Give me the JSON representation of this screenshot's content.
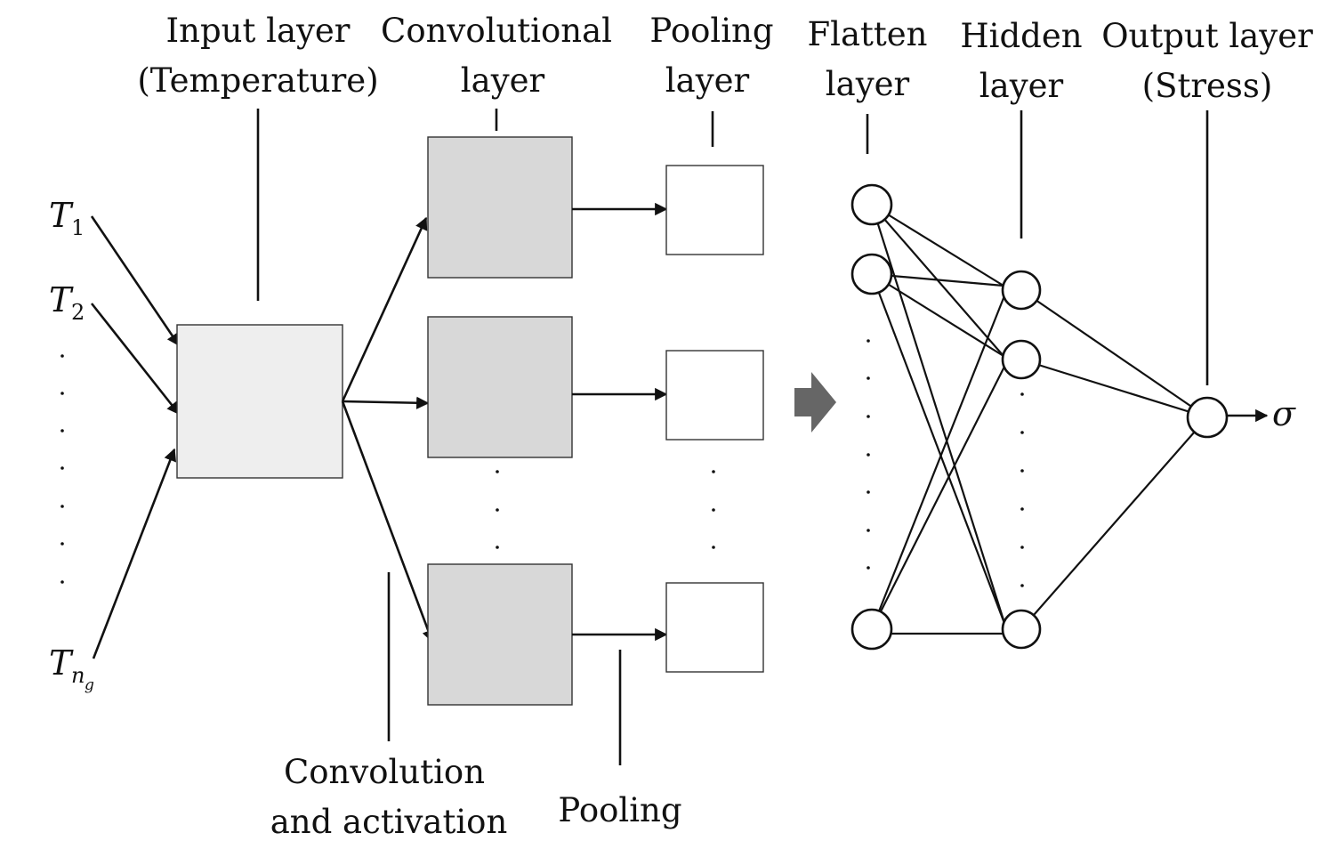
{
  "labels": {
    "input_layer": [
      "Input layer",
      "(Temperature)"
    ],
    "conv_layer": [
      "Convolutional",
      "layer"
    ],
    "pooling_layer": [
      "Pooling",
      "layer"
    ],
    "flatten_layer": [
      "Flatten",
      "layer"
    ],
    "hidden_layer": [
      "Hidden",
      "layer"
    ],
    "output_layer": [
      "Output layer",
      "(Stress)"
    ],
    "conv_activation": [
      "Convolution",
      "and activation"
    ],
    "pooling_op": "Pooling"
  },
  "inputs": {
    "t1": {
      "symbol": "T",
      "sub": "1"
    },
    "t2": {
      "symbol": "T",
      "sub": "2"
    },
    "tn": {
      "symbol": "T",
      "sub": "n",
      "subsub": "g"
    }
  },
  "output_symbol": "σ",
  "colors": {
    "input_box": "#eeeeee",
    "conv_box": "#d8d8d8",
    "pool_box": "#ffffff",
    "transition_arrow": "#666666",
    "stroke": "#111111"
  }
}
